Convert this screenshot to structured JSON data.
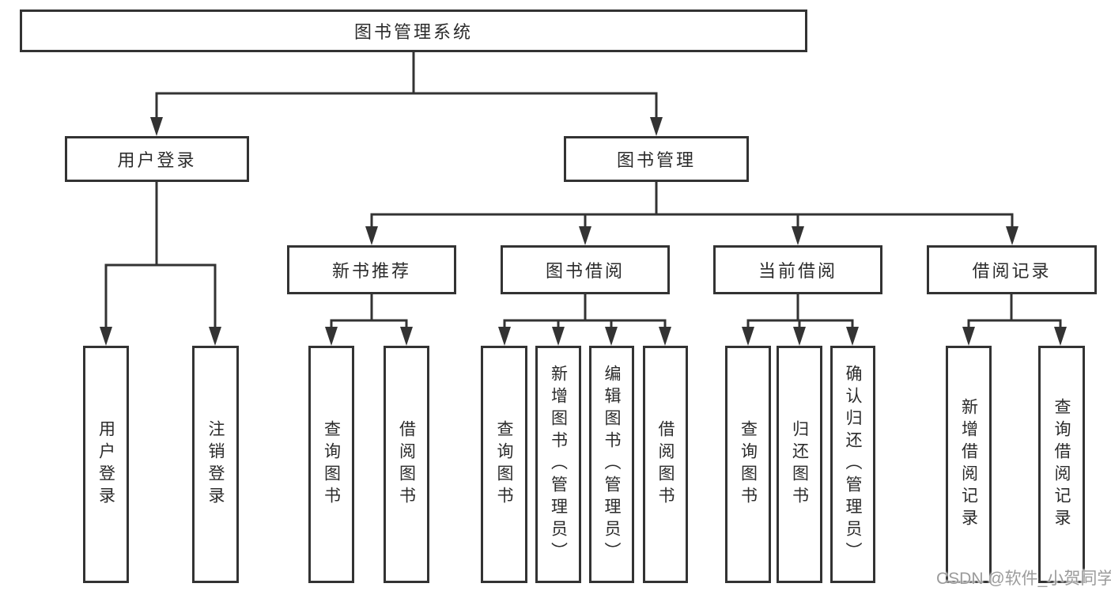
{
  "diagram": {
    "root": {
      "label": "图书管理系统"
    },
    "level2": {
      "user_login": {
        "label": "用户登录"
      },
      "book_mgmt": {
        "label": "图书管理"
      }
    },
    "level3": {
      "new_books": {
        "label": "新书推荐"
      },
      "book_borrow": {
        "label": "图书借阅"
      },
      "current_borrow": {
        "label": "当前借阅"
      },
      "borrow_records": {
        "label": "借阅记录"
      }
    },
    "leaves": {
      "user_login": [
        "用户登录",
        "注销登录"
      ],
      "new_books": [
        "查询图书",
        "借阅图书"
      ],
      "book_borrow": [
        "查询图书",
        "新增图书（管理员）",
        "编辑图书（管理员）",
        "借阅图书"
      ],
      "current_borrow": [
        "查询图书",
        "归还图书",
        "确认归还（管理员）"
      ],
      "borrow_records": [
        "新增借阅记录",
        "查询借阅记录"
      ]
    }
  },
  "watermark": "CSDN @软件_小贺同学",
  "colors": {
    "line": "#333333",
    "text": "#2b2b2b",
    "watermark": "#9b9b9b",
    "background": "#ffffff"
  }
}
